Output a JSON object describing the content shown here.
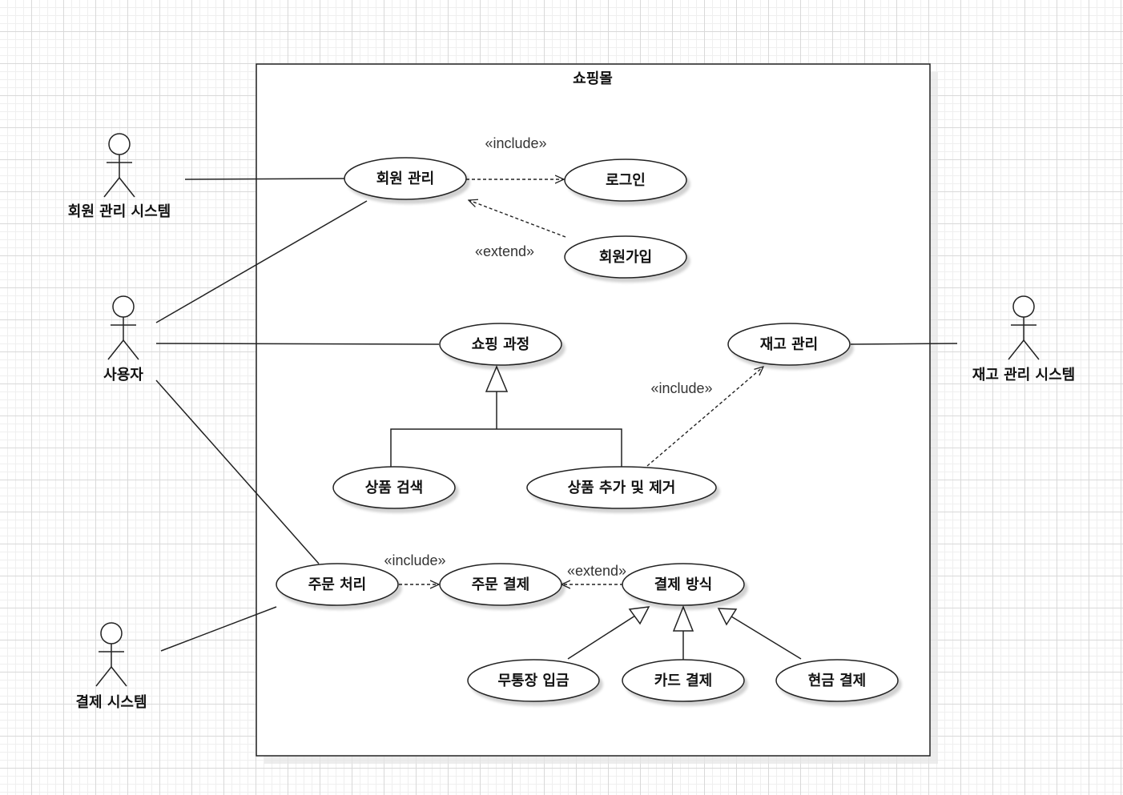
{
  "system": {
    "title": "쇼핑몰"
  },
  "actors": {
    "member_system": "회원 관리 시스템",
    "user": "사용자",
    "payment_system": "결제 시스템",
    "inventory_system": "재고 관리 시스템"
  },
  "use_cases": {
    "member_mgmt": "회원 관리",
    "login": "로그인",
    "signup": "회원가입",
    "shopping": "쇼핑 과정",
    "inventory": "재고 관리",
    "search": "상품 검색",
    "add_remove": "상품 추가 및 제거",
    "order": "주문 처리",
    "order_pay": "주문 결제",
    "pay_method": "결제 방식",
    "bank_deposit": "무통장 입금",
    "card_pay": "카드 결제",
    "cash_pay": "현금 결제"
  },
  "stereotypes": {
    "include_login": "«include»",
    "extend_signup": "«extend»",
    "include_inventory": "«include»",
    "include_order": "«include»",
    "extend_pay": "«extend»"
  }
}
